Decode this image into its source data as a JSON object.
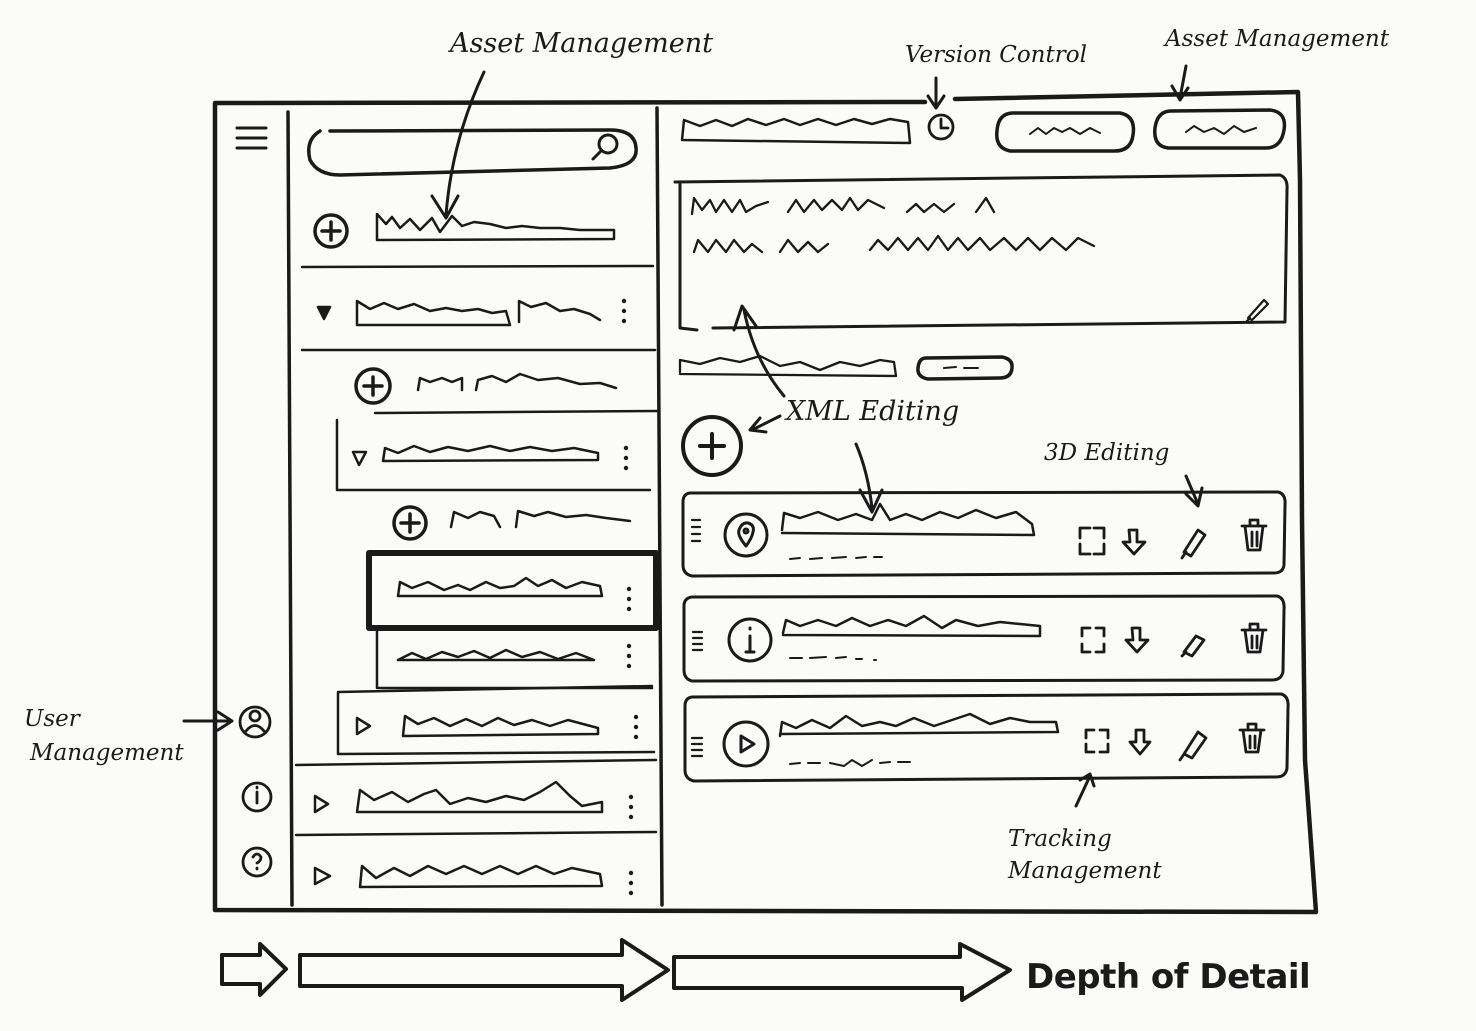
{
  "annotations": {
    "asset_management_left": "Asset Management",
    "version_control": "Version Control",
    "asset_management_right": "Asset Management",
    "xml_editing": "XML Editing",
    "editing_3d": "3D Editing",
    "user_management_line1": "User",
    "user_management_line2": "Management",
    "tracking_management_line1": "Tracking",
    "tracking_management_line2": "Management",
    "depth_of_detail": "Depth of Detail"
  },
  "icons": {
    "menu": "hamburger-menu-icon",
    "search": "search-icon",
    "add": "plus-circle-icon",
    "expand": "triangle-icon",
    "more": "kebab-icon",
    "history": "clock-icon",
    "edit": "pencil-icon",
    "drag": "drag-handle-icon",
    "location": "location-pin-icon",
    "info": "info-icon",
    "play": "play-icon",
    "bounds": "frame-corners-icon",
    "download": "download-icon",
    "delete": "trash-icon",
    "user": "user-icon"
  },
  "colors": {
    "ink": "#1a1a1a",
    "paper": "#fbfbfa"
  }
}
